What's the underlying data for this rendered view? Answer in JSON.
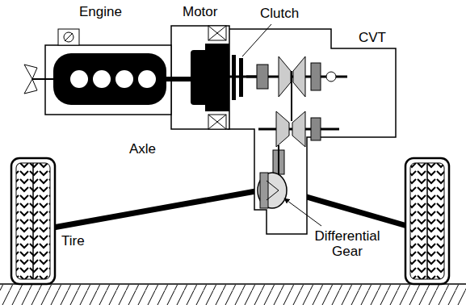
{
  "diagram": {
    "labels": [
      "Engine",
      "Motor",
      "Clutch",
      "CVT",
      "Axle",
      "Tire",
      "Differential Gear"
    ]
  }
}
